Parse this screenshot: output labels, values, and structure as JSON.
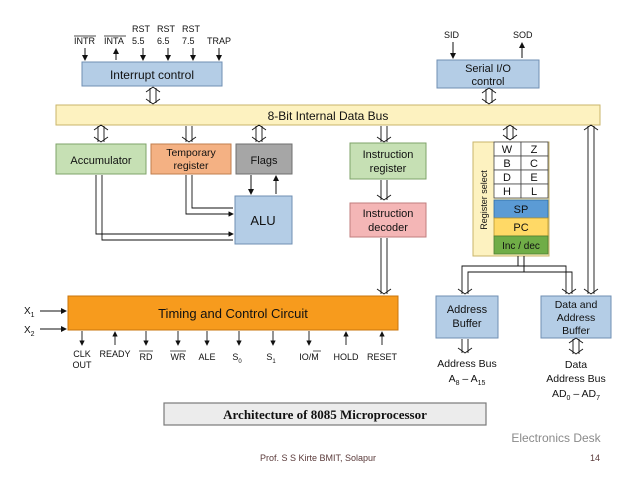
{
  "top_signals": {
    "intr": "INTR",
    "inta": "INTA",
    "rst55_a": "RST",
    "rst55_b": "5.5",
    "rst65_a": "RST",
    "rst65_b": "6.5",
    "rst75_a": "RST",
    "rst75_b": "7.5",
    "trap": "TRAP",
    "sid": "SID",
    "sod": "SOD"
  },
  "blocks": {
    "interrupt_control": "Interrupt control",
    "serial_io_a": "Serial I/O",
    "serial_io_b": "control",
    "data_bus": "8-Bit Internal Data Bus",
    "accumulator": "Accumulator",
    "temp_reg_a": "Temporary",
    "temp_reg_b": "register",
    "flags": "Flags",
    "alu": "ALU",
    "instr_reg_a": "Instruction",
    "instr_reg_b": "register",
    "instr_dec_a": "Instruction",
    "instr_dec_b": "decoder",
    "timing": "Timing and Control Circuit",
    "addr_buf_a": "Address",
    "addr_buf_b": "Buffer",
    "daddr_buf_a": "Data and",
    "daddr_buf_b": "Address",
    "daddr_buf_c": "Buffer"
  },
  "register_array": {
    "select_label": "Register select",
    "pairs": [
      [
        "W",
        "Z"
      ],
      [
        "B",
        "C"
      ],
      [
        "D",
        "E"
      ],
      [
        "H",
        "L"
      ]
    ],
    "sp": "SP",
    "pc": "PC",
    "incdec": "Inc / dec"
  },
  "inputs": {
    "x1": "X",
    "x1_sub": "1",
    "x2": "X",
    "x2_sub": "2"
  },
  "bottom_signals": {
    "clk_a": "CLK",
    "clk_b": "OUT",
    "ready": "READY",
    "rd": "RD",
    "wr": "WR",
    "ale": "ALE",
    "s0": "S",
    "s0_sub": "0",
    "s1": "S",
    "s1_sub": "1",
    "iom_a": "IO/",
    "iom_b": "M",
    "hold": "HOLD",
    "reset": "RESET"
  },
  "bus_labels": {
    "addr_bus": "Address Bus",
    "addr_range_a": "A",
    "addr_range_a_sub": "8",
    "addr_range_dash": " – ",
    "addr_range_b": "A",
    "addr_range_b_sub": "15",
    "data_bus_a": "Data",
    "data_bus_b": "Address Bus",
    "data_range_a": "AD",
    "data_range_a_sub": "0",
    "data_range_dash": " – ",
    "data_range_b": "AD",
    "data_range_b_sub": "7"
  },
  "caption": "Architecture of 8085 Microprocessor",
  "watermark": "Electronics Desk",
  "footer": {
    "author": "Prof. S S Kirte BMIT, Solapur",
    "page": "14"
  },
  "colors": {
    "blue_block": "#b4cde6",
    "yellow_bus": "#fdf2c0",
    "green_block": "#c6e0b4",
    "orange_block": "#f4b183",
    "gray_block": "#a6a6a6",
    "pink_block": "#f4b6b6",
    "timing_orange": "#f79b1d",
    "sp_blue": "#5b9bd5",
    "pc_yellow": "#ffd966",
    "incdec_green": "#70ad47"
  }
}
